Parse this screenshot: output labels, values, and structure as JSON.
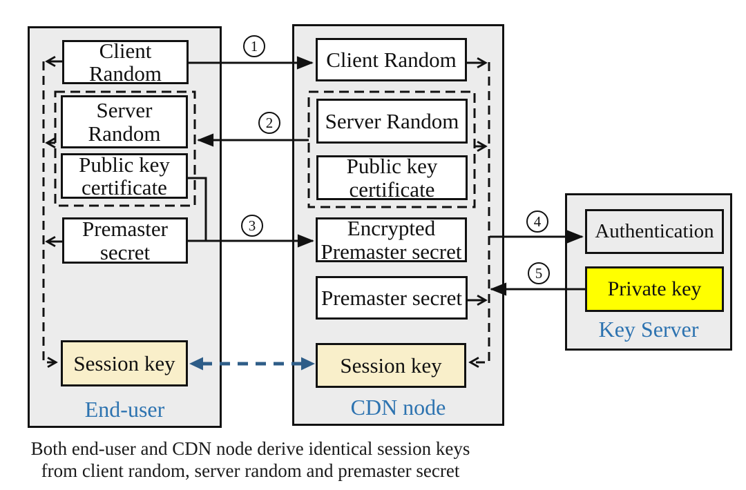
{
  "end_user": {
    "label": "End-user",
    "client_random": [
      "Client",
      "Random"
    ],
    "server_random": [
      "Server",
      "Random"
    ],
    "public_key_certificate": [
      "Public key",
      "certificate"
    ],
    "premaster_secret": [
      "Premaster",
      "secret"
    ],
    "session_key": "Session key"
  },
  "cdn_node": {
    "label": "CDN node",
    "client_random": "Client Random",
    "server_random": "Server Random",
    "public_key_certificate": [
      "Public key",
      "certificate"
    ],
    "encrypted_premaster_secret": [
      "Encrypted",
      "Premaster secret"
    ],
    "premaster_secret": "Premaster secret",
    "session_key": "Session key"
  },
  "key_server": {
    "label": "Key Server",
    "authentication": "Authentication",
    "private_key": "Private key"
  },
  "steps": [
    "1",
    "2",
    "3",
    "4",
    "5"
  ],
  "caption": [
    "Both end-user and CDN node derive identical session keys",
    "from client random, server random and premaster secret"
  ],
  "colors": {
    "container_bg": "#ececec",
    "box_bg": "#ffffff",
    "session_key_bg": "#f9efca",
    "private_key_bg": "#ffff00",
    "auth_bg": "#ececec",
    "label_blue": "#2d73b0",
    "session_link_blue": "#2e5d88"
  }
}
